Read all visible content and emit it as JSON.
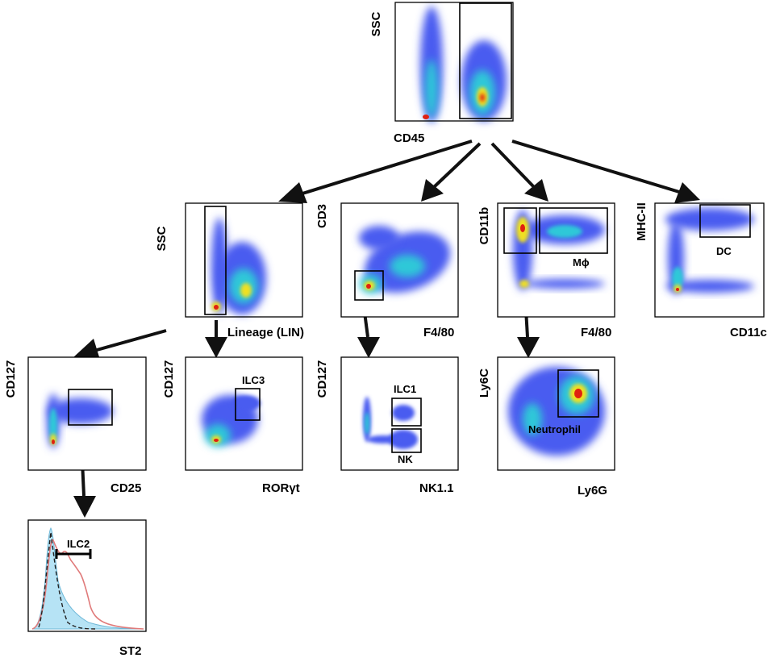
{
  "colors": {
    "density_low": "#4a5cf0",
    "density_mid": "#2fc8d8",
    "density_high": "#f0e020",
    "density_peak": "#e02010",
    "histogram_fill": "#b6e3f5",
    "histogram_stained": "#e07a7a"
  },
  "icons": [
    "arrow-icon"
  ],
  "panels": {
    "cd45": {
      "y_label": "SSC",
      "x_label": "CD45"
    },
    "lin": {
      "y_label": "SSC",
      "x_label": "Lineage (LIN)"
    },
    "cd3": {
      "y_label": "CD3",
      "x_label": "F4/80"
    },
    "cd11b": {
      "y_label": "CD11b",
      "x_label": "F4/80",
      "gate_label": "Mϕ"
    },
    "mhc": {
      "y_label": "MHC-II",
      "x_label": "CD11c",
      "gate_label": "DC"
    },
    "ilc2": {
      "y_label": "CD127",
      "x_label": "CD25"
    },
    "ilc3": {
      "y_label": "CD127",
      "x_label": "RORγt",
      "gate_label": "ILC3"
    },
    "nk": {
      "y_label": "CD127",
      "x_label": "NK1.1",
      "gate_label": "ILC1",
      "gate_label_2": "NK"
    },
    "neutrophil": {
      "y_label": "Ly6C",
      "x_label": "Ly6G",
      "gate_label": "Neutrophil"
    },
    "st2": {
      "x_label": "ST2",
      "gate_label": "ILC2"
    }
  }
}
